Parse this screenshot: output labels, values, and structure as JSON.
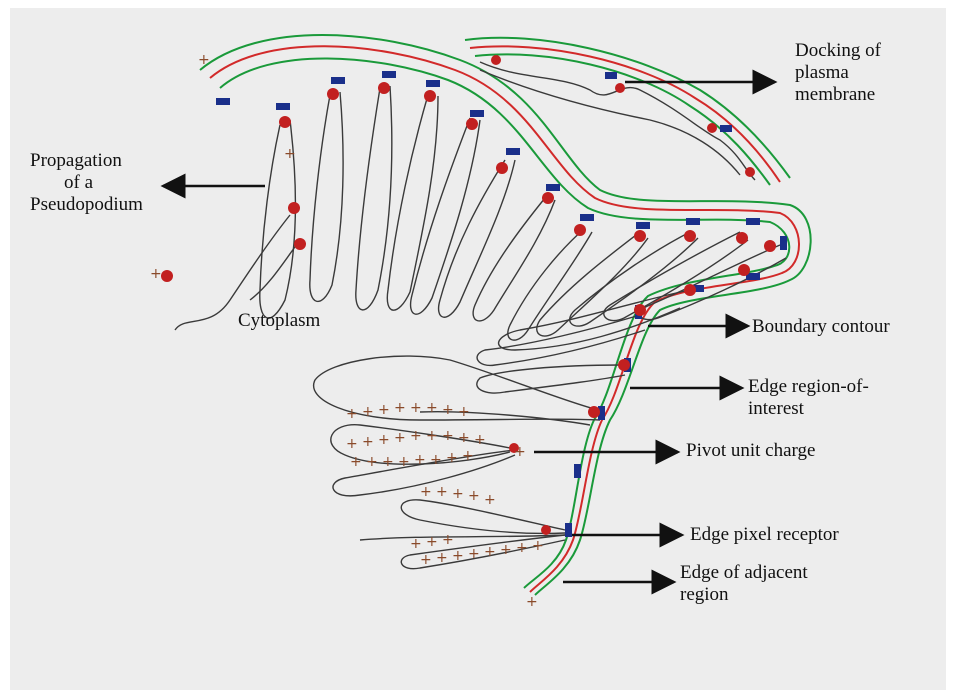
{
  "labels": {
    "docking": [
      "Docking of",
      "plasma",
      "membrane"
    ],
    "propagation": [
      "Propagation",
      "of a",
      "Pseudopodium"
    ],
    "cytoplasm": "Cytoplasm",
    "boundary": "Boundary contour",
    "edge_roi": [
      "Edge region-of-",
      "interest"
    ],
    "pivot": "Pivot unit charge",
    "receptor": "Edge pixel receptor",
    "adjacent": [
      "Edge of adjacent",
      "region"
    ]
  },
  "colors": {
    "paper": "#ededed",
    "membrane_green": "#1a9a3a",
    "membrane_red": "#d22a2a",
    "pencil": "#3a3a3a",
    "receptor_blue": "#1a2f8a",
    "charge_red": "#c22020",
    "plus_brown": "#8a4a2a",
    "arrow": "#111111"
  }
}
